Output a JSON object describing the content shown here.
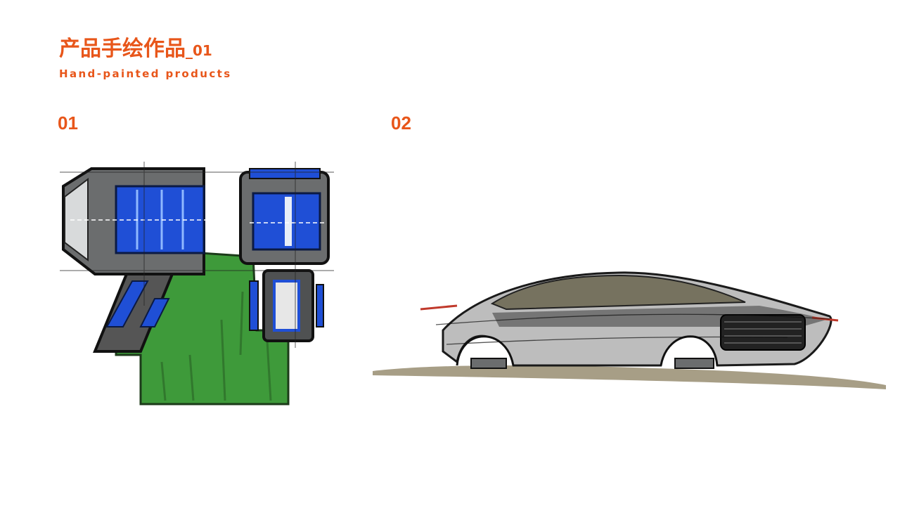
{
  "header": {
    "title": "产品手绘作品",
    "title_suffix": "_01",
    "subtitle": "Hand-painted products"
  },
  "works": [
    {
      "number": "01",
      "subject": "camera-product-sketch"
    },
    {
      "number": "02",
      "subject": "car-sketch"
    }
  ],
  "colors": {
    "accent": "#e8561a",
    "green": "#3e9a3a",
    "blue": "#1f4fd6",
    "grey": "#6b6d6e"
  }
}
